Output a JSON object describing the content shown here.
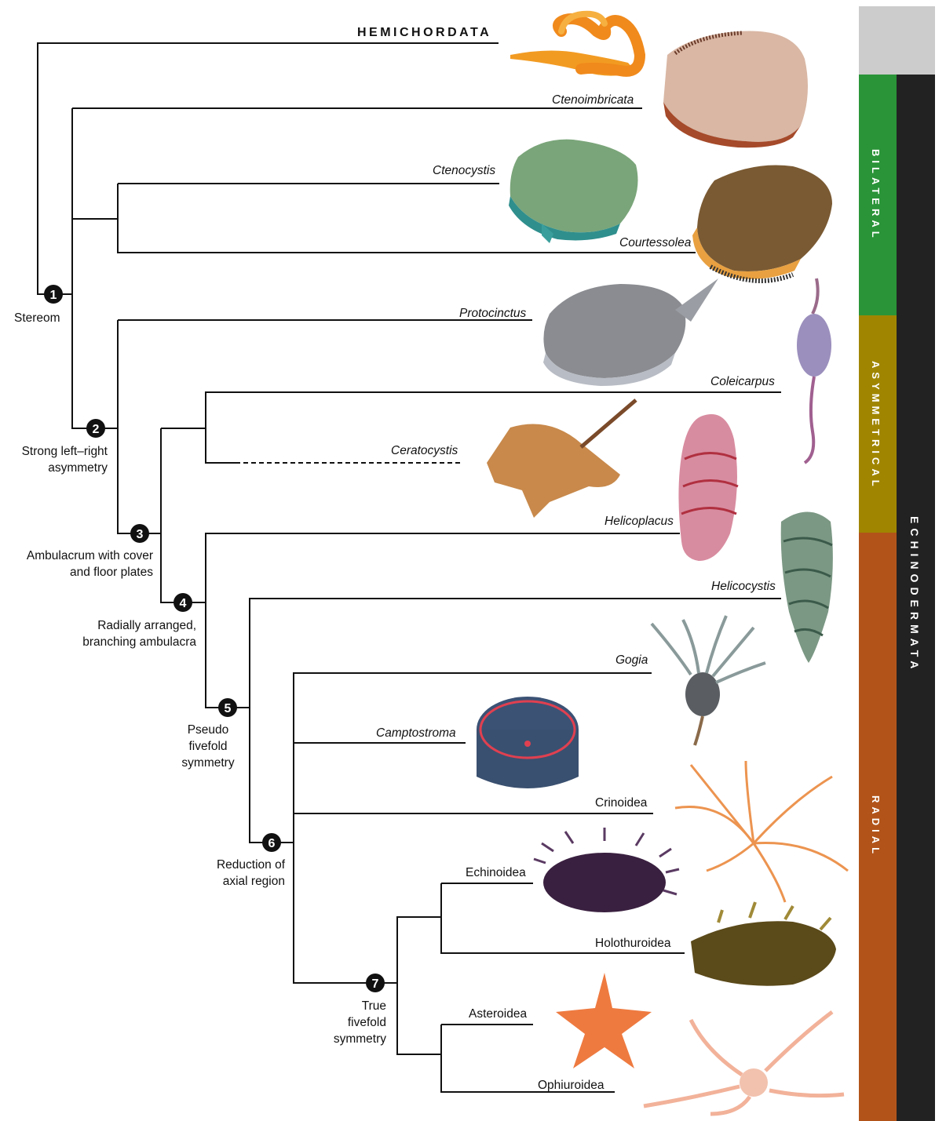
{
  "taxa": {
    "hemichordata": "HEMICHORDATA",
    "ctenoimbricata": "Ctenoimbricata",
    "ctenocystis": "Ctenocystis",
    "courtessolea": "Courtessolea",
    "protocinctus": "Protocinctus",
    "coleicarpus": "Coleicarpus",
    "ceratocystis": "Ceratocystis",
    "helicoplacus": "Helicoplacus",
    "helicocystis": "Helicocystis",
    "gogia": "Gogia",
    "camptostroma": "Camptostroma",
    "crinoidea": "Crinoidea",
    "echinoidea": "Echinoidea",
    "holothuroidea": "Holothuroidea",
    "asteroidea": "Asteroidea",
    "ophiuroidea": "Ophiuroidea"
  },
  "nodes": [
    {
      "num": "1",
      "desc": "Stereom"
    },
    {
      "num": "2",
      "desc": "Strong left–right asymmetry"
    },
    {
      "num": "3",
      "desc": "Ambulacrum with cover and floor plates"
    },
    {
      "num": "4",
      "desc": "Radially arranged, branching ambulacra"
    },
    {
      "num": "5",
      "desc": "Pseudo fivefold symmetry"
    },
    {
      "num": "6",
      "desc": "Reduction of axial region"
    },
    {
      "num": "7",
      "desc": "True fivefold symmetry"
    }
  ],
  "bands": {
    "bilateral": "BILATERAL",
    "asymmetrical": "ASYMMETRICAL",
    "radial": "RADIAL",
    "echinodermata": "ECHINODERMATA"
  },
  "colors": {
    "bilateral": "#2a9438",
    "asymmetrical": "#a08600",
    "radial": "#b2541a",
    "echinodermata": "#222222",
    "outgroup": "#cccccc"
  }
}
